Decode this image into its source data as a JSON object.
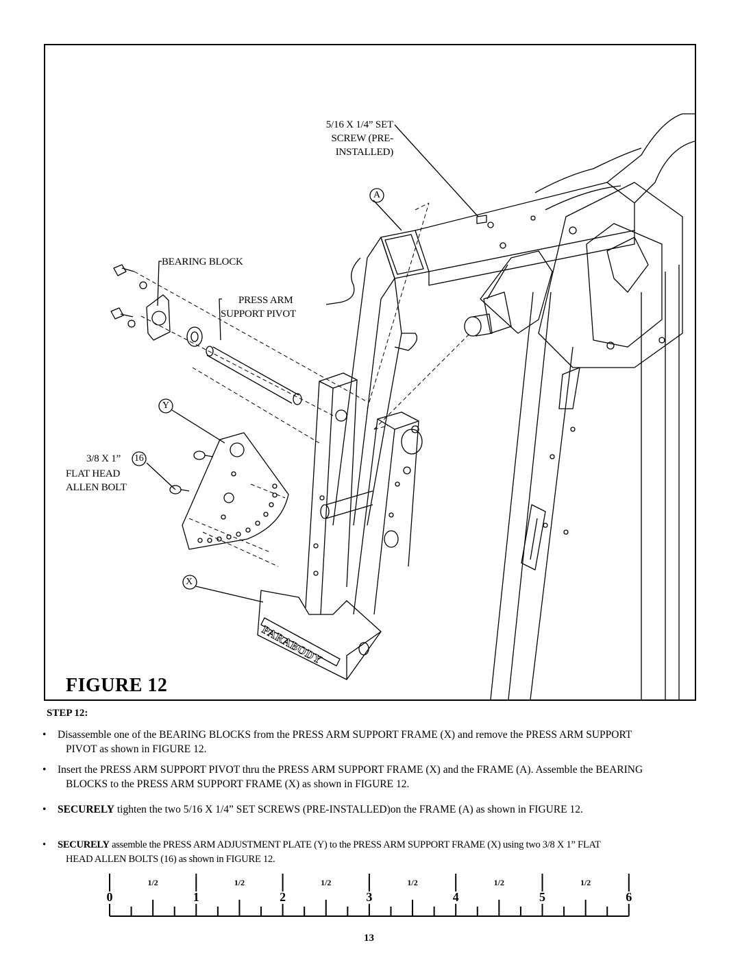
{
  "figure": {
    "title": "FIGURE 12",
    "callouts": {
      "set_screw": [
        "5/16 X 1/4” SET",
        "SCREW (PRE-",
        "INSTALLED)"
      ],
      "frame_letter": "A",
      "bearing_block": "BEARING BLOCK",
      "press_arm_pivot": [
        "PRESS ARM",
        "SUPPORT PIVOT"
      ],
      "plate_letter": "Y",
      "bolt_size": "3/8 X 1”",
      "bolt_number": "16",
      "bolt_desc": [
        "FLAT HEAD",
        "ALLEN BOLT"
      ],
      "support_frame_letter": "X",
      "brand": "PARABODY"
    }
  },
  "step": {
    "heading": "STEP 12:",
    "bullets": [
      {
        "lead": "",
        "line1": "Disassemble one of the BEARING BLOCKS from the PRESS ARM SUPPORT FRAME (X) and remove the PRESS ARM SUPPORT",
        "line2": "PIVOT as shown in FIGURE 12."
      },
      {
        "lead": "",
        "line1": "Insert the PRESS ARM SUPPORT PIVOT thru the PRESS ARM SUPPORT FRAME (X) and the FRAME (A). Assemble the BEARING",
        "line2": "BLOCKS to the PRESS ARM SUPPORT FRAME (X) as shown in FIGURE 12."
      },
      {
        "lead": "SECURELY",
        "line1": " tighten the two 5/16 X 1/4” SET SCREWS (PRE-INSTALLED)on the FRAME (A)  as shown in FIGURE 12.",
        "line2": ""
      },
      {
        "lead": "SECURELY",
        "line1": " assemble the PRESS ARM ADJUSTMENT PLATE (Y) to the PRESS ARM SUPPORT FRAME (X) using two 3/8 X 1” FLAT",
        "line2": "HEAD ALLEN  BOLTS (16)  as shown in FIGURE 12."
      }
    ]
  },
  "ruler": {
    "numbers": [
      "0",
      "1",
      "2",
      "3",
      "4",
      "5",
      "6"
    ],
    "half_label": "1/2"
  },
  "page_number": "13"
}
